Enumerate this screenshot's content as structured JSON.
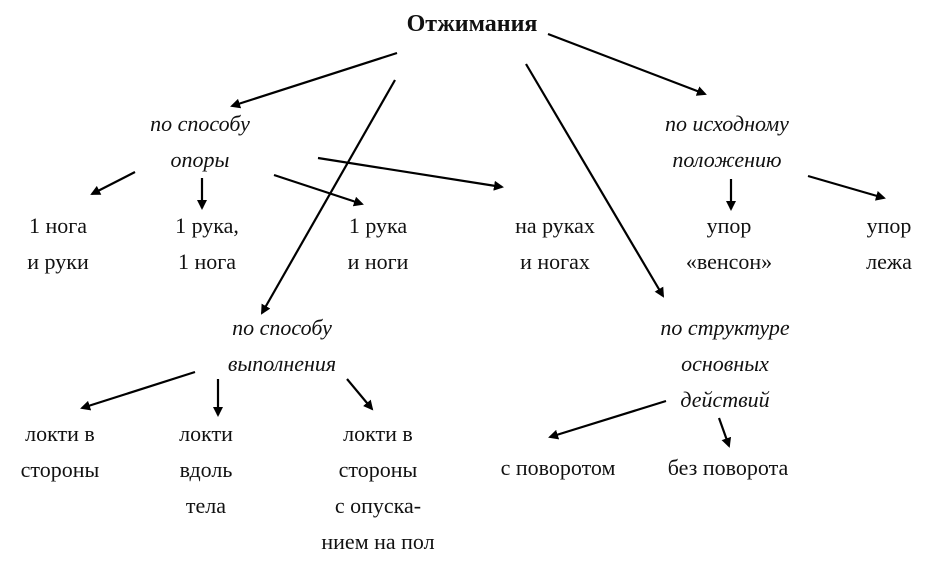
{
  "title": "Отжимания",
  "categories": {
    "support": {
      "lines": [
        "по способу",
        "опоры"
      ]
    },
    "position": {
      "lines": [
        "по исходному",
        "положению"
      ]
    },
    "execution": {
      "lines": [
        "по способу",
        "выполнения"
      ]
    },
    "structure": {
      "lines": [
        "по структуре",
        "основных",
        "действий"
      ]
    }
  },
  "leaves": {
    "one_leg_hands": {
      "lines": [
        "1 нога",
        "и руки"
      ]
    },
    "one_hand_one_leg": {
      "lines": [
        "1 рука,",
        "1 нога"
      ]
    },
    "one_hand_legs": {
      "lines": [
        "1 рука",
        "и ноги"
      ]
    },
    "hands_legs": {
      "lines": [
        "на руках",
        "и ногах"
      ]
    },
    "venson": {
      "lines": [
        "упор",
        "«венсон»"
      ]
    },
    "lying": {
      "lines": [
        "упор",
        "лежа"
      ]
    },
    "elbows_out": {
      "lines": [
        "локти в",
        "стороны"
      ]
    },
    "elbows_along": {
      "lines": [
        "локти",
        "вдоль",
        "тела"
      ]
    },
    "elbows_out_floor": {
      "lines": [
        "локти в",
        "стороны",
        "с опуска-",
        "нием на пол"
      ]
    },
    "with_turn": {
      "lines": [
        "с поворотом"
      ]
    },
    "without_turn": {
      "lines": [
        "без поворота"
      ]
    }
  }
}
